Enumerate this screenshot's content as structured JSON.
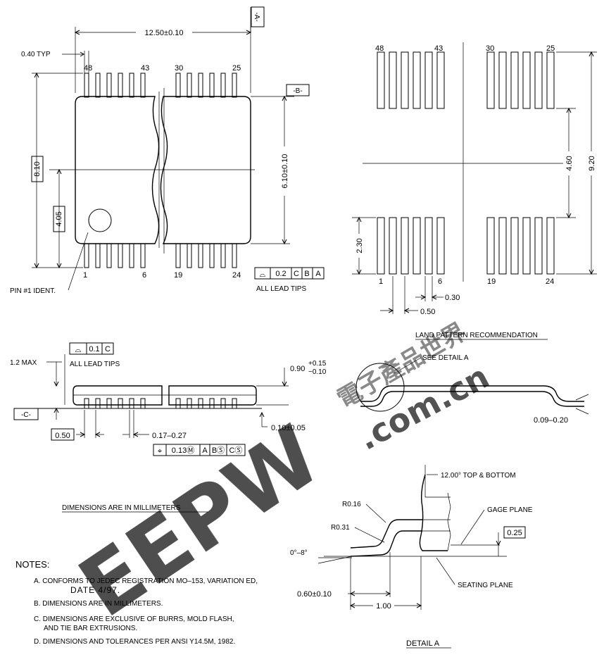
{
  "top_view": {
    "width_dim": "12.50±0.10",
    "datum_a": "-A-",
    "datum_b": "-B-",
    "lead_pitch_typ": "0.40 TYP",
    "pin_48": "48",
    "pin_43": "43",
    "pin_30": "30",
    "pin_25": "25",
    "pin_1": "1",
    "pin_6": "6",
    "pin_19": "19",
    "pin_24": "24",
    "overall_height": "8.10",
    "half_height": "4.05",
    "body_width": "6.10±0.10",
    "pin1_label": "PIN #1 IDENT.",
    "fcf": [
      "⌓",
      "0.2",
      "C",
      "B",
      "A"
    ],
    "fcf_note": "ALL LEAD TIPS"
  },
  "land_pattern": {
    "pin_48": "48",
    "pin_43": "43",
    "pin_30": "30",
    "pin_25": "25",
    "pin_1": "1",
    "pin_6": "6",
    "pin_19": "19",
    "pin_24": "24",
    "inner_span": "4.60",
    "outer_span": "9.20",
    "pad_length": "2.30",
    "pad_width": "0.30",
    "pitch": "0.50",
    "title": "LAND PATTERN RECOMMENDATION"
  },
  "side_view": {
    "max_height": "1.2 MAX",
    "flatness_fcf": [
      "⌓",
      "0.1",
      "C"
    ],
    "flatness_note": "ALL LEAD TIPS",
    "body_thickness": "0.90",
    "body_tol_plus": "+0.15",
    "body_tol_minus": "−0.10",
    "datum_c": "-C-",
    "pitch_box": "0.50",
    "lead_width": "0.17–0.27",
    "standoff": "0.10±0.05",
    "position_fcf": [
      "⌖",
      "0.13Ⓜ",
      "A",
      "BⓈ",
      "CⓈ"
    ],
    "see_detail": "SEE DETAIL A",
    "lead_thickness": "0.09–0.20"
  },
  "dims_note": "DIMENSIONS ARE IN MILLIMETERS",
  "notes": {
    "heading": "NOTES:",
    "a": "A. CONFORMS TO JEDEC REGISTRATION MO–153, VARIATION ED,",
    "a_date": "DATE 4/97.",
    "b": "B. DIMENSIONS ARE IN MILLIMETERS.",
    "c": "C. DIMENSIONS ARE EXCLUSIVE OF BURRS, MOLD FLASH,",
    "c2": "AND TIE BAR EXTRUSIONS.",
    "d": "D. DIMENSIONS AND TOLERANCES PER ANSI Y14.5M, 1982."
  },
  "detail_a": {
    "angle_top": "12.00° TOP & BOTTOM",
    "r1": "R0.16",
    "r2": "R0.31",
    "gage_plane": "GAGE PLANE",
    "gage_value": "0.25",
    "angle": "0°–8°",
    "foot_length": "0.60±0.10",
    "lead_length": "1.00",
    "seating_plane": "SEATING PLANE",
    "title": "DETAIL A"
  },
  "watermark": {
    "main": "EEPW",
    "domain": ".com.cn",
    "cn": "電子產品世界",
    "color": "#e01010"
  }
}
